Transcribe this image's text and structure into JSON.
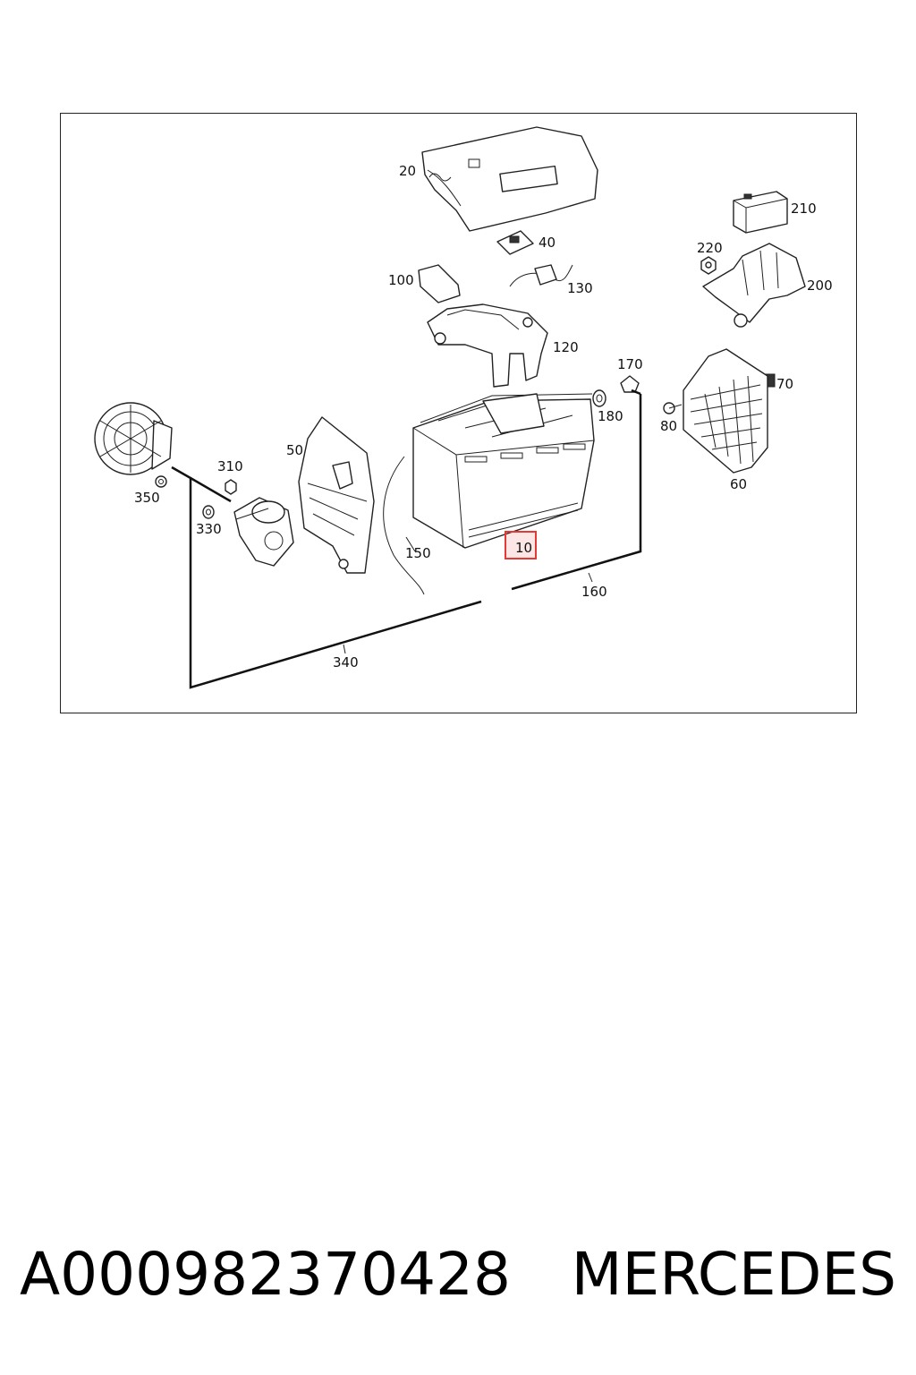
{
  "diagram": {
    "highlight_color": "#e53935",
    "highlighted_callout": "10",
    "callouts": {
      "c10": "10",
      "c20": "20",
      "c40": "40",
      "c50": "50",
      "c60": "60",
      "c70": "70",
      "c80": "80",
      "c100": "100",
      "c120": "120",
      "c130": "130",
      "c150": "150",
      "c160": "160",
      "c170": "170",
      "c180": "180",
      "c200": "200",
      "c210": "210",
      "c220": "220",
      "c310": "310",
      "c330": "330",
      "c340": "340",
      "c350": "350"
    }
  },
  "footer": {
    "part_number": "A000982370428",
    "brand": "MERCEDES"
  }
}
